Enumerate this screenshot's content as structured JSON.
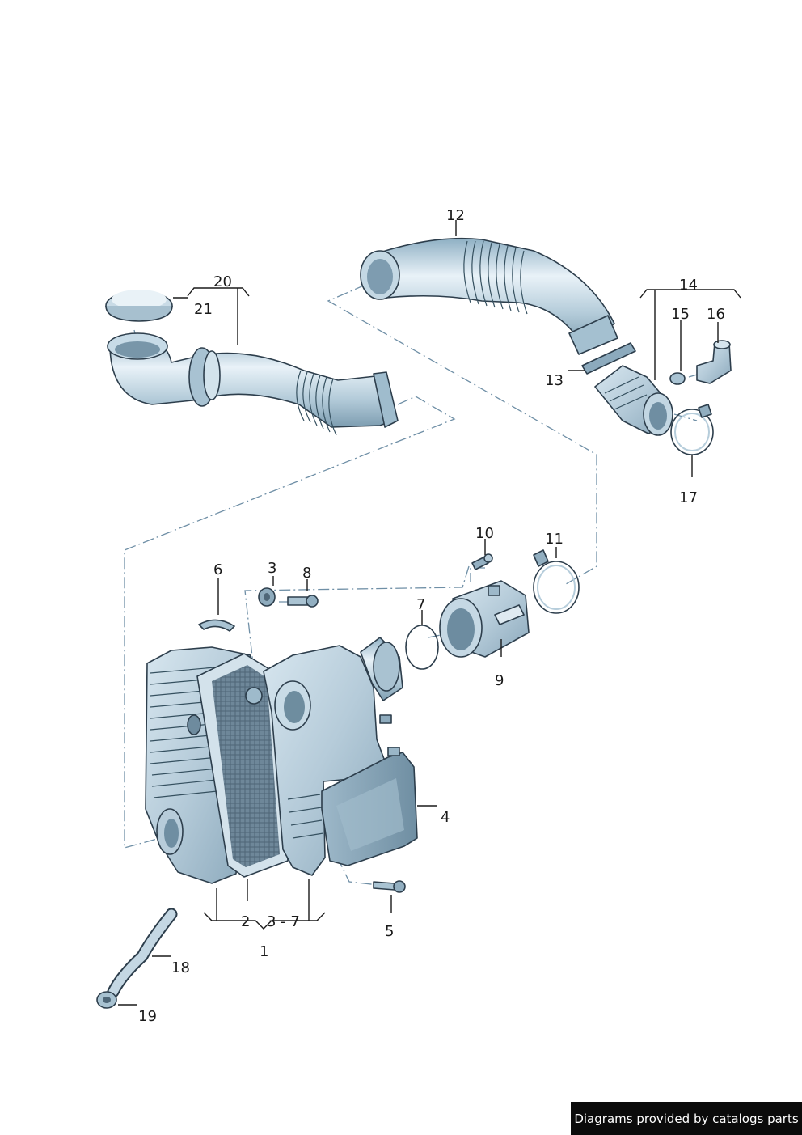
{
  "labels": {
    "l1": "1",
    "l2": "2",
    "l3": "3",
    "l3_7": "3 - 7",
    "l4": "4",
    "l5": "5",
    "l6": "6",
    "l7": "7",
    "l8": "8",
    "l9": "9",
    "l10": "10",
    "l11": "11",
    "l12": "12",
    "l13": "13",
    "l14": "14",
    "l15": "15",
    "l16": "16",
    "l17": "17",
    "l18": "18",
    "l19": "19",
    "l20": "20",
    "l21": "21"
  },
  "footer": {
    "credit": "Diagrams provided by catalogs parts"
  },
  "colors": {
    "part_fill": "#b9cfdc",
    "part_light": "#e3eef5",
    "part_dark": "#7f9db0",
    "outline": "#2d3e4c",
    "dash_line": "#6f8fa6",
    "credit_bg": "#0b0b0b"
  }
}
